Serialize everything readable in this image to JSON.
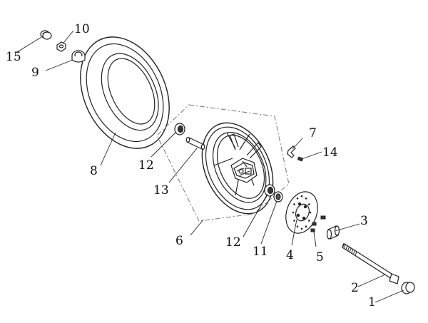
{
  "labels": {
    "p1": "1",
    "p2": "2",
    "p3": "3",
    "p4": "4",
    "p5": "5",
    "p6": "6",
    "p7": "7",
    "p8": "8",
    "p9": "9",
    "p10": "10",
    "p11": "11",
    "p12a": "12",
    "p12b": "12",
    "p13": "13",
    "p14": "14",
    "p15": "15"
  }
}
